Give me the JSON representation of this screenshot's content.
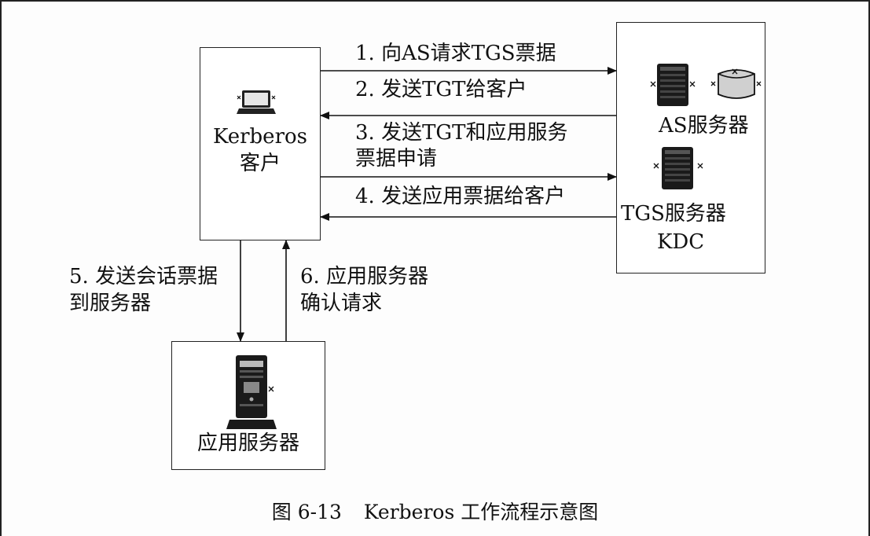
{
  "nodes": {
    "client": {
      "line1": "Kerberos",
      "line2": "客户"
    },
    "kdc": {
      "as_label": "AS服务器",
      "tgs_label": "TGS服务器",
      "kdc_label": "KDC"
    },
    "app_server": {
      "label": "应用服务器"
    }
  },
  "edges": {
    "e1": {
      "text": "1. 向AS请求TGS票据"
    },
    "e2": {
      "text": "2. 发送TGT给客户"
    },
    "e3": {
      "line1": "3. 发送TGT和应用服务",
      "line2": "票据申请"
    },
    "e4": {
      "text": "4. 发送应用票据给客户"
    },
    "e5": {
      "line1": "5. 发送会话票据",
      "line2": "到服务器"
    },
    "e6": {
      "line1": "6. 应用服务器",
      "line2": "确认请求"
    }
  },
  "caption": {
    "figure": "图 6-13",
    "title": "Kerberos 工作流程示意图"
  }
}
